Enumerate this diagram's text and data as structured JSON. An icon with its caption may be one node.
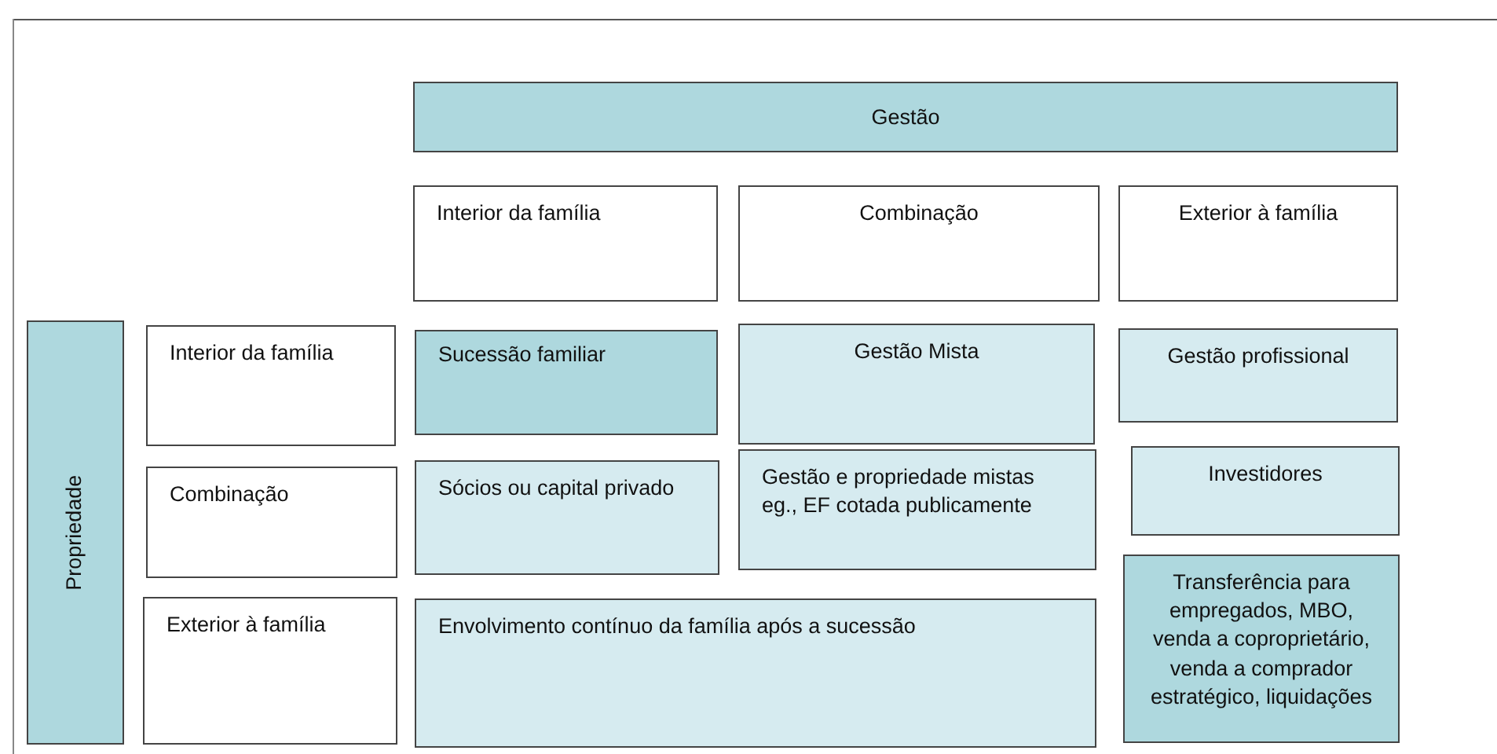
{
  "diagram": {
    "nodes": [
      {
        "text": [
          "Gestão"
        ]
      },
      {
        "text": [
          "Interior da família"
        ]
      },
      {
        "text": [
          "Combinação"
        ]
      },
      {
        "text": [
          "Exterior à família"
        ]
      },
      {
        "text": [
          "Propriedade"
        ]
      },
      {
        "text": [
          "Interior da família"
        ]
      },
      {
        "text": [
          "Sucessão familiar"
        ]
      },
      {
        "text": [
          "Gestão Mista"
        ]
      },
      {
        "text": [
          "Gestão profissional"
        ]
      },
      {
        "text": [
          "Combinação"
        ]
      },
      {
        "text": [
          "Sócios ou capital privado"
        ]
      },
      {
        "text": [
          "Gestão e propriedade mistas eg., EF cotada publicamente"
        ]
      },
      {
        "text": [
          "Investidores"
        ]
      },
      {
        "text": [
          "Exterior à família"
        ]
      },
      {
        "text": [
          "Envolvimento contínuo da família após a sucessão"
        ]
      },
      {
        "text": [
          "Transferência para empregados, MBO, venda a coproprietário, venda a comprador estratégico, liquidações"
        ]
      }
    ],
    "edges": []
  }
}
